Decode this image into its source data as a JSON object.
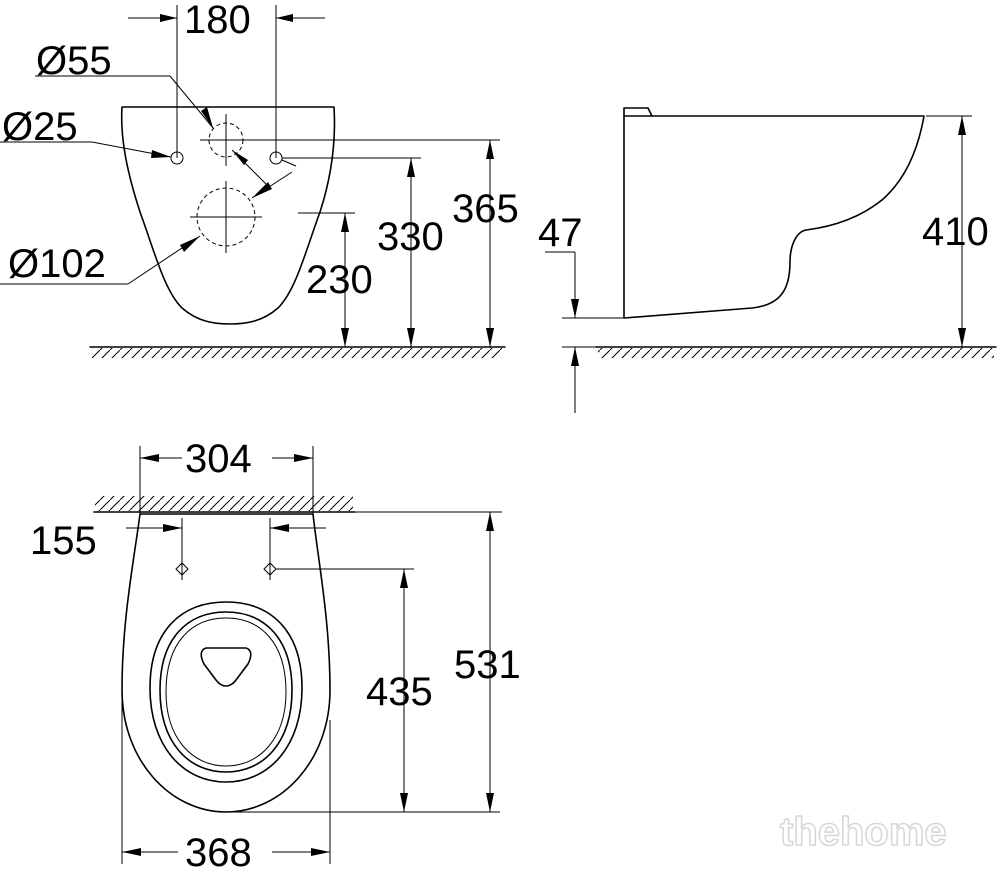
{
  "dimensions": {
    "front_hole_spacing": "180",
    "dia_large_hole": "Ø55",
    "dia_small_hole": "Ø25",
    "dia_outlet": "Ø102",
    "outlet_height": "230",
    "small_hole_height": "330",
    "large_hole_height": "365",
    "side_clearance": "47",
    "side_height": "410",
    "rear_width": "304",
    "top_hole_spacing": "155",
    "top_hole_to_front": "435",
    "total_depth": "531",
    "front_width": "368"
  },
  "watermark": "thehome"
}
